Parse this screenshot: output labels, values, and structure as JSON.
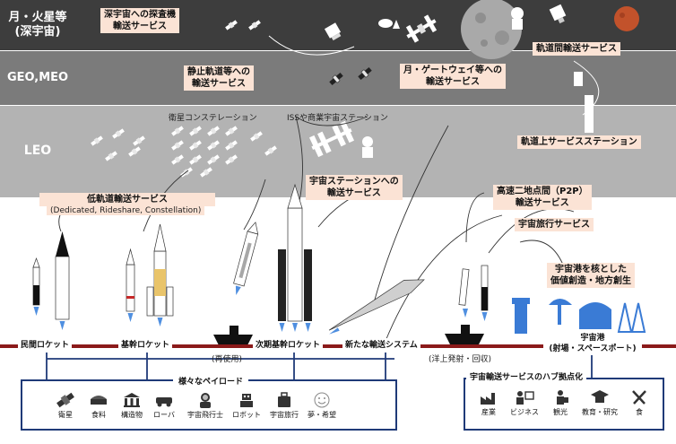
{
  "bands": {
    "top": "月・火星等\n(深宇宙)",
    "geo": "GEO,MEO",
    "leo": "LEO"
  },
  "labels": {
    "deep_space": "深宇宙への探査機\n輸送サービス",
    "orbital_transfer": "軌道間輸送サービス",
    "geostationary": "静止軌道等への\n輸送サービス",
    "gateway": "月・ゲートウェイ等への\n輸送サービス",
    "orbital_service_station": "軌道上サービスステーション",
    "constellation_caption": "衛星コンステレーション",
    "iss_caption": "ISSや商業宇宙ステーション",
    "station_transport": "宇宙ステーションへの\n輸送サービス",
    "low_orbit": "低軌道輸送サービス",
    "low_orbit_sub": "(Dedicated, Rideshare, Constellation)",
    "p2p": "高速二地点間（P2P）\n輸送サービス",
    "space_travel": "宇宙旅行サービス",
    "spaceport_value": "宇宙港を核とした\n価値創造・地方創生"
  },
  "ground": {
    "private_rocket": "民間ロケット",
    "core_rocket": "基幹ロケット",
    "next_core_rocket": "次期基幹ロケット",
    "reuse": "(再使用)",
    "new_system": "新たな輸送システム",
    "ocean_launch": "(洋上発射・回収)",
    "spaceport": "宇宙港\n(射場・スペースポート)"
  },
  "payload": {
    "title": "様々なペイロード",
    "items": [
      "衛星",
      "食料",
      "構造物",
      "ローバ",
      "宇宙飛行士",
      "ロボット",
      "宇宙旅行",
      "夢・希望"
    ]
  },
  "hub": {
    "title": "宇宙輸送サービスのハブ拠点化",
    "items": [
      "産業",
      "ビジネス",
      "観光",
      "教育・研究",
      "食"
    ]
  },
  "colors": {
    "band_top": "#3d3d3d",
    "band_geo": "#7b7b7b",
    "band_leo": "#b3b3b3",
    "label_bg": "#fbe3d5",
    "ground_line": "#8b1a1a",
    "box_border": "#1f3a78",
    "flame": "#4f8fe0"
  }
}
